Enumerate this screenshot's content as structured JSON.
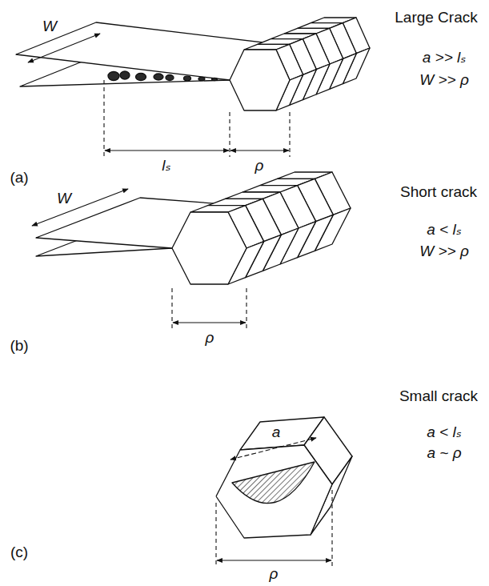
{
  "diagram": {
    "labels": [
      "Large Crack",
      "a >> lₛ",
      "W >> ρ",
      "W",
      "lₛ",
      "ρ",
      "(a)",
      "Short crack",
      "a < lₛ",
      "W >> ρ",
      "W",
      "ρ",
      "(b)",
      "Small crack",
      "a < lₛ",
      "a ~ ρ",
      "a",
      "ρ",
      "(c)"
    ]
  }
}
